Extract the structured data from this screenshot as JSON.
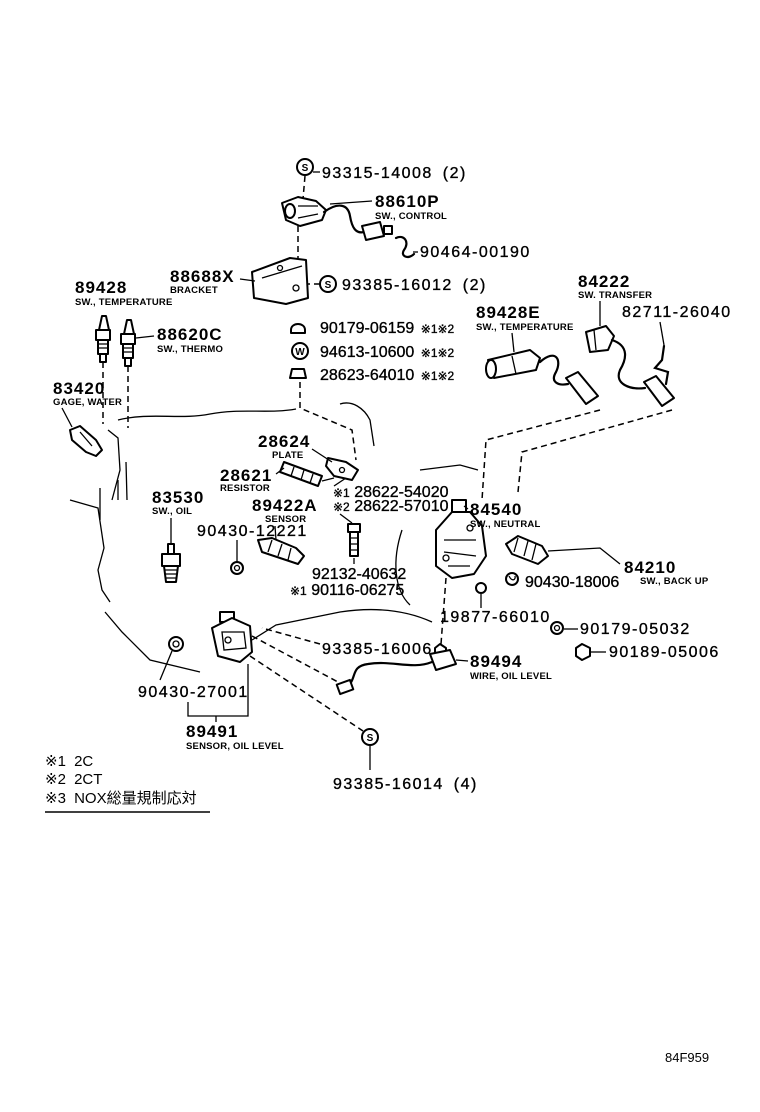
{
  "markers": {
    "bolt": "S",
    "washer": "W"
  },
  "parts": {
    "bolt_93315_14008": {
      "number": "93315-14008",
      "qty": "(2)"
    },
    "sw_control": {
      "number": "88610P",
      "desc": "SW., CONTROL"
    },
    "clamp_90464_00190": {
      "number": "90464-00190"
    },
    "bracket": {
      "number": "88688X",
      "desc": "BRACKET"
    },
    "bolt_93385_16012": {
      "number": "93385-16012",
      "qty": "(2)"
    },
    "sw_temperature_89428": {
      "number": "89428",
      "desc": "SW., TEMPERATURE"
    },
    "sw_transfer": {
      "number": "84222",
      "desc": "SW. TRANSFER"
    },
    "sw_temperature_89428e": {
      "number": "89428E",
      "desc": "SW., TEMPERATURE"
    },
    "clamp_82711_26040": {
      "number": "82711-26040"
    },
    "sw_thermo": {
      "number": "88620C",
      "desc": "SW., THERMO"
    },
    "nut_90179_06159": {
      "number": "90179-06159",
      "note": "※1※2"
    },
    "washer_94613_10600": {
      "number": "94613-10600",
      "note": "※1※2"
    },
    "nut_28623_64010": {
      "number": "28623-64010",
      "note": "※1※2"
    },
    "gage_water": {
      "number": "83420",
      "desc": "GAGE, WATER"
    },
    "plate": {
      "number": "28624",
      "desc": "PLATE"
    },
    "resistor": {
      "number": "28621",
      "desc": "RESISTOR"
    },
    "part_28622_54020": {
      "number": "28622-54020",
      "note": "※1"
    },
    "sw_oil": {
      "number": "83530",
      "desc": "SW., OIL"
    },
    "sensor_89422a": {
      "number": "89422A",
      "desc": "SENSOR"
    },
    "part_28622_57010": {
      "number": "28622-57010",
      "note": "※2"
    },
    "sw_neutral": {
      "number": "84540",
      "desc": "SW., NEUTRAL"
    },
    "gasket_90430_12221": {
      "number": "90430-12221"
    },
    "nut_92132_40632": {
      "number": "92132-40632"
    },
    "bolt_90116_06275": {
      "number": "90116-06275",
      "note": "※1"
    },
    "sw_back_up": {
      "number": "84210",
      "desc": "SW., BACK UP"
    },
    "gasket_90430_18006": {
      "number": "90430-18006"
    },
    "part_19877_66010": {
      "number": "19877-66010"
    },
    "nut_90179_05032": {
      "number": "90179-05032"
    },
    "bolt_93385_16006": {
      "number": "93385-16006"
    },
    "nut_90189_05006": {
      "number": "90189-05006"
    },
    "wire_oil_level": {
      "number": "89494",
      "desc": "WIRE, OIL LEVEL"
    },
    "gasket_90430_27001": {
      "number": "90430-27001"
    },
    "sensor_oil_level": {
      "number": "89491",
      "desc": "SENSOR, OIL LEVEL"
    },
    "bolt_93385_16014": {
      "number": "93385-16014",
      "qty": "(4)"
    }
  },
  "notes": [
    {
      "mark": "※1",
      "text": "2C"
    },
    {
      "mark": "※2",
      "text": "2CT"
    },
    {
      "mark": "※3",
      "text": "NOX総量規制応対"
    }
  ],
  "figure_id": "84F959"
}
